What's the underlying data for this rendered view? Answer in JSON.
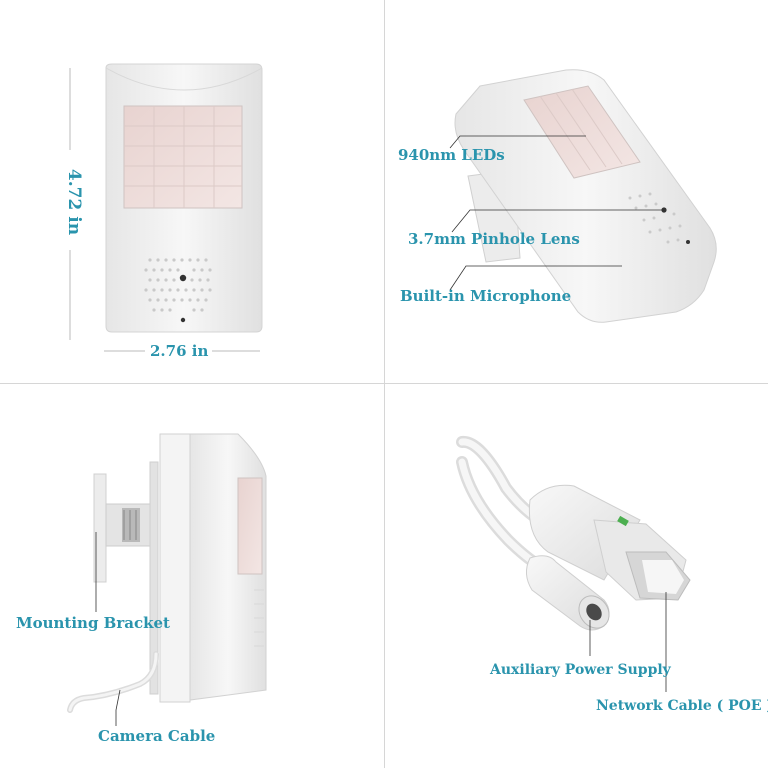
{
  "panels": {
    "dimensions": {
      "height_label": "4.72 in",
      "width_label": "2.76 in"
    },
    "angled_view": {
      "leds_label": "940nm LEDs",
      "lens_label": "3.7mm Pinhole Lens",
      "mic_label": "Built-in Microphone"
    },
    "side_view": {
      "bracket_label": "Mounting Bracket",
      "cable_label": "Camera Cable"
    },
    "cables": {
      "power_label": "Auxiliary Power Supply",
      "network_label": "Network Cable ( POE )"
    }
  },
  "colors": {
    "accent": "#2a94ad",
    "body": "#f2f2f2",
    "divider": "#d6d6d6"
  }
}
